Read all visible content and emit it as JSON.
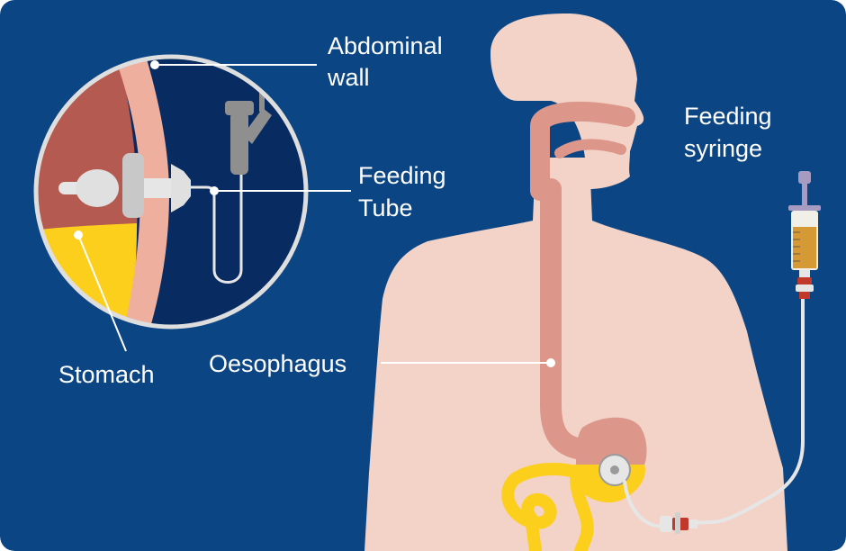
{
  "colors": {
    "background": "#0b4584",
    "inset_background": "#082c62",
    "body": "#f3d2c8",
    "tract": "#dc968a",
    "stomach_wall": "#b45a50",
    "gastric_fluid": "#fccf1c",
    "abdominal_wall": "#efaf9e",
    "device_grey": "#9a9a9a",
    "tube": "#e6e6e6",
    "syringe_fill": "#d59936",
    "label_text": "#ffffff",
    "leader_line": "#ffffff"
  },
  "labels": {
    "abdominal_wall": [
      "Abdominal",
      "wall"
    ],
    "feeding_tube": [
      "Feeding",
      "Tube"
    ],
    "feeding_syringe": [
      "Feeding",
      "syringe"
    ],
    "stomach": "Stomach",
    "oesophagus": "Oesophagus"
  }
}
